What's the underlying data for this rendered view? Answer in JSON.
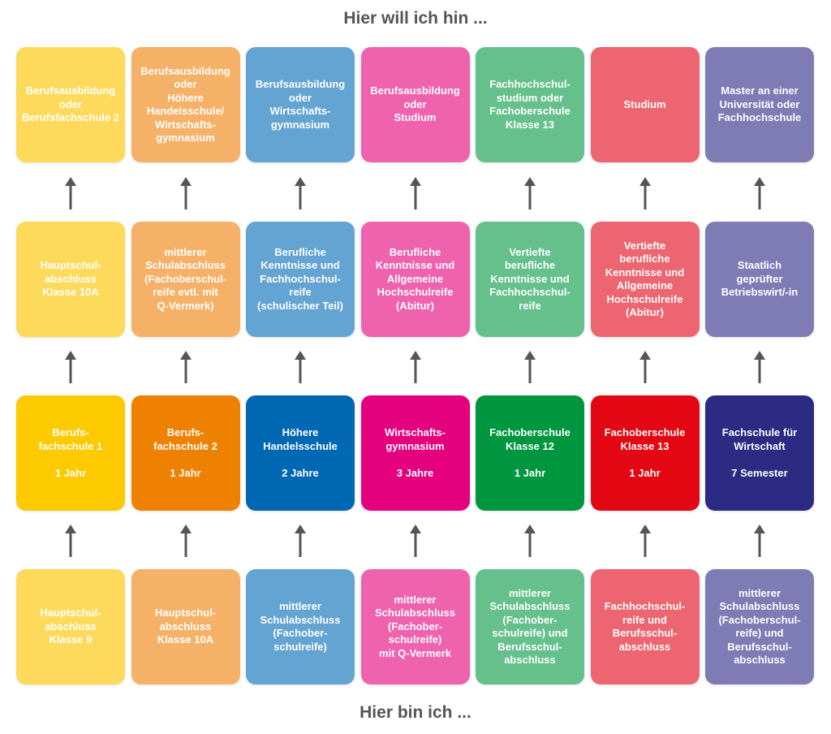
{
  "top_heading": "Hier will ich hin ...",
  "bottom_heading": "Hier bin ich ...",
  "colors": {
    "pastel": [
      "#FDDA5C",
      "#F6B168",
      "#64A4D3",
      "#EE62AE",
      "#66C08C",
      "#EC6570",
      "#7E7BB5"
    ],
    "strong": [
      "#FDCA00",
      "#EF8100",
      "#0067B2",
      "#E5007E",
      "#009640",
      "#E30613",
      "#2C2A83"
    ],
    "arrow": "#555555"
  },
  "rows": [
    {
      "name": "goals",
      "style": "pastel",
      "items": [
        "Berufsausbildung\noder\nBerufsfachschule 2",
        "Berufsausbildung\noder\nHöhere\nHandelsschule/\nWirtschafts-\ngymnasium",
        "Berufsausbildung\noder\nWirtschafts-\ngymnasium",
        "Berufsausbildung\noder\nStudium",
        "Fachhochschul-\nstudium oder\nFachoberschule\nKlasse 13",
        "Studium",
        "Master an einer\nUniversität oder\nFachhochschule"
      ]
    },
    {
      "name": "qualifications",
      "style": "pastel",
      "items": [
        "Hauptschul-\nabschluss\nKlasse 10A",
        "mittlerer\nSchulabschluss\n(Fachoberschul-\nreife evtl. mit\nQ-Vermerk)",
        "Berufliche\nKenntnisse und\nFachhochschul-\nreife\n(schulischer Teil)",
        "Berufliche\nKenntnisse und\nAllgemeine\nHochschulreife\n(Abitur)",
        "Vertiefte\nberufliche\nKenntnisse und\nFachhochschul-\nreife",
        "Vertiefte\nberufliche\nKenntnisse und\nAllgemeine\nHochschulreife\n(Abitur)",
        "Staatlich\ngeprüfter\nBetriebswirt/-in"
      ]
    },
    {
      "name": "school-types",
      "style": "strong",
      "items": [
        "Berufs-\nfachschule 1\n\n1 Jahr",
        "Berufs-\nfachschule 2\n\n1 Jahr",
        "Höhere\nHandelsschule\n\n2 Jahre",
        "Wirtschafts-\ngymnasium\n\n3 Jahre",
        "Fachoberschule\nKlasse 12\n\n1 Jahr",
        "Fachoberschule\nKlasse 13\n\n1 Jahr",
        "Fachschule für\nWirtschaft\n\n7 Semester"
      ]
    },
    {
      "name": "prerequisites",
      "style": "pastel",
      "items": [
        "Hauptschul-\nabschluss\nKlasse 9",
        "Hauptschul-\nabschluss\nKlasse 10A",
        "mittlerer\nSchulabschluss\n(Fachober-\nschulreife)",
        "mittlerer\nSchulabschluss\n(Fachober-\nschulreife)\nmit Q-Vermerk",
        "mittlerer\nSchulabschluss\n(Fachober-\nschulreife) und\nBerufsschul-\nabschluss",
        "Fachhochschul-\nreife und\nBerufsschul-\nabschluss",
        "mittlerer\nSchulabschluss\n(Fachoberschul-\nreife) und\nBerufsschul-\nabschluss"
      ]
    }
  ]
}
